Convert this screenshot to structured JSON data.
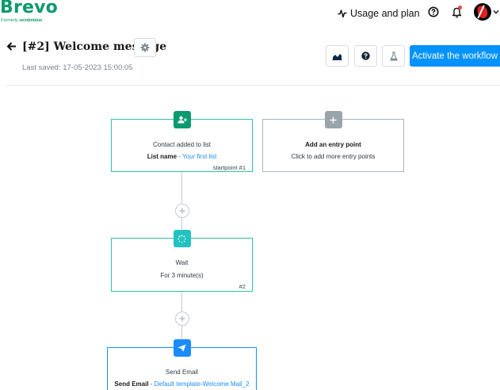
{
  "brand": {
    "logo_word": "Brevo",
    "formerly_label": "Formerly",
    "formerly_name": "sendinblue",
    "color": "#0b996e"
  },
  "topnav": {
    "usage_label": "Usage and plan",
    "usage_icon": "activity-icon",
    "help_icon": "help-circle-icon",
    "notifications_icon": "bell-icon",
    "avatar_icon": "avatar",
    "account_menu_icon": "chevron-down-icon"
  },
  "header": {
    "back_icon": "arrow-left-icon",
    "title": "[#2] Welcome message",
    "settings_icon": "gear-icon",
    "last_saved": "Last saved: 17-05-2023 15:00:05",
    "toolbar": {
      "stats_icon": "statistics-icon",
      "help_icon": "help-circle-icon",
      "test_icon": "flask-icon",
      "activate_label": "Activate the workflow",
      "activate_color": "#0092ff"
    }
  },
  "workflow": {
    "start_node": {
      "icon": "user-plus-icon",
      "icon_color": "#0b996e",
      "title": "Contact added to list",
      "detail_key": "List name",
      "detail_sep": " - ",
      "detail_value": "Your first list",
      "tag": "startpoint #1",
      "border_color": "#2fc3a2"
    },
    "entry_node": {
      "icon": "plus-icon",
      "icon_color": "#9aa4ad",
      "title": "Add an entry point",
      "subtitle": "Click to add more entry points"
    },
    "wait_node": {
      "icon": "spinner-icon",
      "icon_color": "#22c3c0",
      "title": "Wait",
      "detail": "For 3 minute(s)",
      "tag": "#2"
    },
    "email_node": {
      "icon": "send-icon",
      "icon_color": "#1a8cff",
      "title": "Send Email",
      "detail_key": "Send Email",
      "detail_sep": " - ",
      "detail_value": "Default template-Welcome Mail_2"
    },
    "add_step_icon": "plus-icon"
  }
}
